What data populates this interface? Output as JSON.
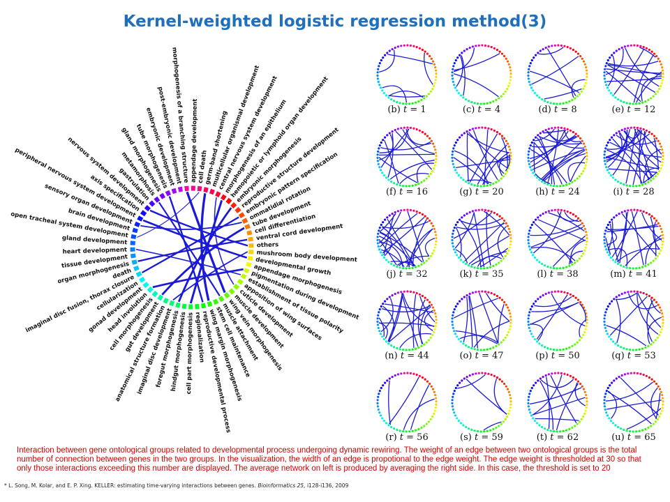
{
  "title": "Kernel-weighted logistic regression method(3)",
  "ontology_groups": [
    "morphogenesis of a branching structure",
    "appendage development",
    "cell death",
    "germ-band shortening",
    "multicellular organismal development",
    "central nervous system development",
    "morphogenesis of an epithelium",
    "hemopoietic or lymphoid organ development",
    "embryonic morphogenesis",
    "reproductive structure development",
    "embryonic pattern specification",
    "ommatidial rotation",
    "tube development",
    "cell differentiation",
    "ventral cord development",
    "others",
    "mushroom body development",
    "developmental growth",
    "appendage morphogenesis",
    "pigmentation during development",
    "establishment of tissue polarity",
    "apposition of wing surfaces",
    "cuticle development",
    "muscle development",
    "wing vein morphogenesis",
    "muscle attachment",
    "stem cell maintenance",
    "wing margin morphogenesis",
    "reproductive developmental process",
    "regionalization",
    "cell part morphogenesis",
    "hindgut morphogenesis",
    "foregut morphogenesis",
    "imaginal disc development",
    "anatomical structure formation",
    "gut development",
    "cell morphogenesis",
    "head involution",
    "gonad development",
    "cellularization",
    "imaginal disc fusion, thorax closure",
    "death",
    "organ morphogenesis",
    "tissue development",
    "heart development",
    "gland development",
    "open tracheal system development",
    "brain development",
    "sensory organ development",
    "peripheral nervous system development",
    "axis specification",
    "nervous system development",
    "gastrulation",
    "metamorphosis",
    "gland morphogenesis",
    "tube morphogenesis",
    "embryonic development",
    "post-embryonic development"
  ],
  "panels": [
    {
      "letter": "(b)",
      "t": "1"
    },
    {
      "letter": "(c)",
      "t": "4"
    },
    {
      "letter": "(d)",
      "t": "8"
    },
    {
      "letter": "(e)",
      "t": "12"
    },
    {
      "letter": "(f)",
      "t": "16"
    },
    {
      "letter": "(g)",
      "t": "20"
    },
    {
      "letter": "(h)",
      "t": "24"
    },
    {
      "letter": "(i)",
      "t": "28"
    },
    {
      "letter": "(j)",
      "t": "32"
    },
    {
      "letter": "(k)",
      "t": "35"
    },
    {
      "letter": "(l)",
      "t": "38"
    },
    {
      "letter": "(m)",
      "t": "41"
    },
    {
      "letter": "(n)",
      "t": "44"
    },
    {
      "letter": "(o)",
      "t": "47"
    },
    {
      "letter": "(p)",
      "t": "50"
    },
    {
      "letter": "(q)",
      "t": "53"
    },
    {
      "letter": "(r)",
      "t": "56"
    },
    {
      "letter": "(s)",
      "t": "59"
    },
    {
      "letter": "(t)",
      "t": "62"
    },
    {
      "letter": "(u)",
      "t": "65"
    }
  ],
  "caption": "Interaction between gene ontological groups related to developmental process undergoing dynamic rewiring. The weight of an edge between two ontological groups is the total number of connection between genes in the two groups. In the visualization, the width of an edge is propotional to the edge weight. The edge weight is thresholded at 30 so that only those interactions exceeding this number are displayed. The average network on left is produced by averaging the right side. In this case, the threshold is set to 20",
  "footnote": {
    "prefix": "* L. Song, M. Kolar, and E. P. Xing. KELLER: estimating time-varying interactions between genes.",
    "journal": "Bioinformatics 25,",
    "suffix": " i128-i136, 2009"
  },
  "colors": {
    "title": "#1f6fbf",
    "edge": "#1a1ad6",
    "caption": "#d40000"
  }
}
